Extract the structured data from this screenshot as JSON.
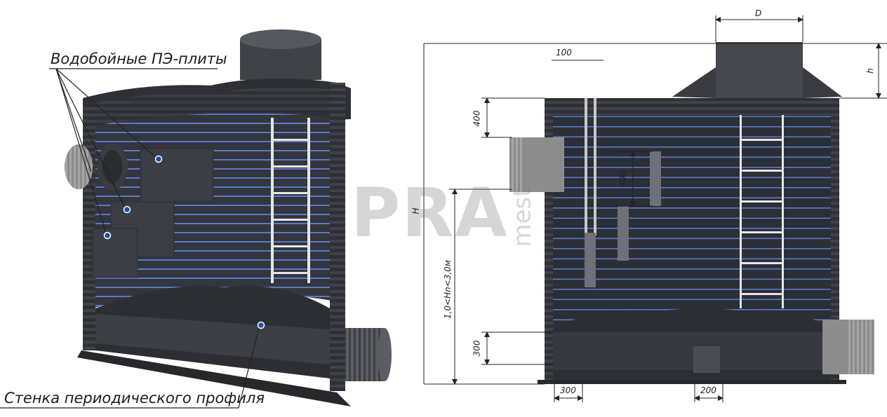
{
  "annotations": {
    "plates_label": "Водобойные ПЭ-плиты",
    "wall_label": "Стенка периодического профиля"
  },
  "dimensions": {
    "D": "D",
    "h": "h",
    "H": "H",
    "ladder_offset": "100",
    "top_depth": "400",
    "plate_height": "400",
    "hn_range": "1,0<Hn<3,0м",
    "channel_height": "300",
    "bottom_left": "300",
    "bottom_mid": "200"
  },
  "watermark": {
    "letters": "PRA",
    "side": "mest"
  },
  "colors": {
    "body": "#3a3d44",
    "dark": "#2a2c31",
    "stripe": "#4f6fc0",
    "grey_pipe": "#8d8d8d",
    "ladder": "#e6e6e6"
  }
}
